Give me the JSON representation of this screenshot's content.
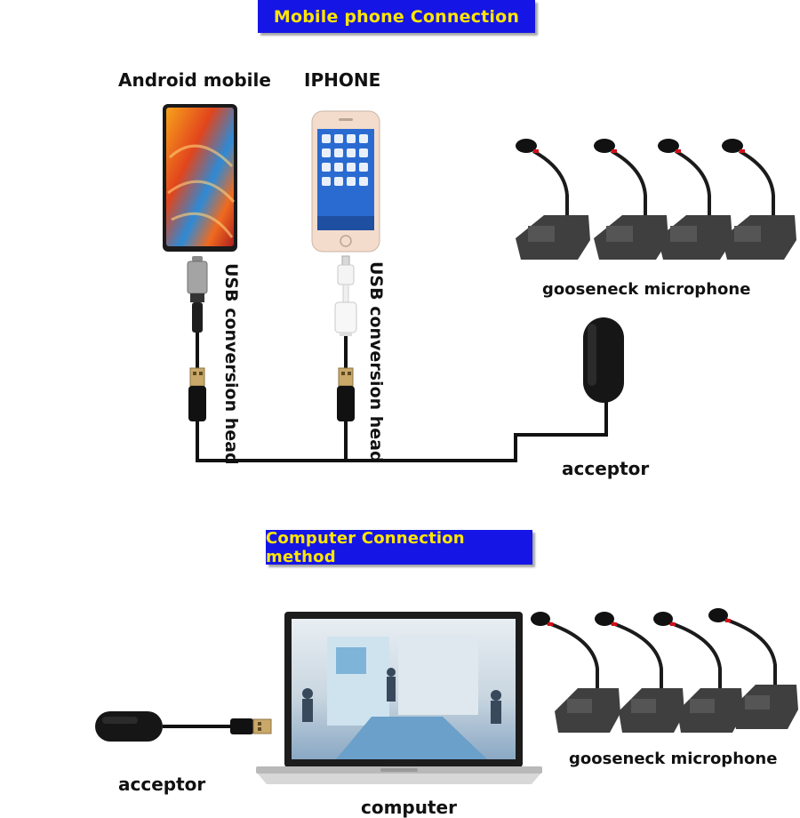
{
  "sections": {
    "mobile": {
      "title": "Mobile phone Connection",
      "android_label": "Android mobile",
      "iphone_label": "IPHONE",
      "usb_label_left": "USB conversion head",
      "usb_label_right": "USB conversion head",
      "microphone_label": "gooseneck microphone",
      "acceptor_label": "acceptor"
    },
    "computer": {
      "title": "Computer Connection method",
      "acceptor_label": "acceptor",
      "computer_label": "computer",
      "microphone_label": "gooseneck microphone"
    }
  },
  "colors": {
    "banner_bg": "#1515e6",
    "banner_text": "#ffe600",
    "cable": "#111111",
    "mic_tip": "#d0101b"
  }
}
